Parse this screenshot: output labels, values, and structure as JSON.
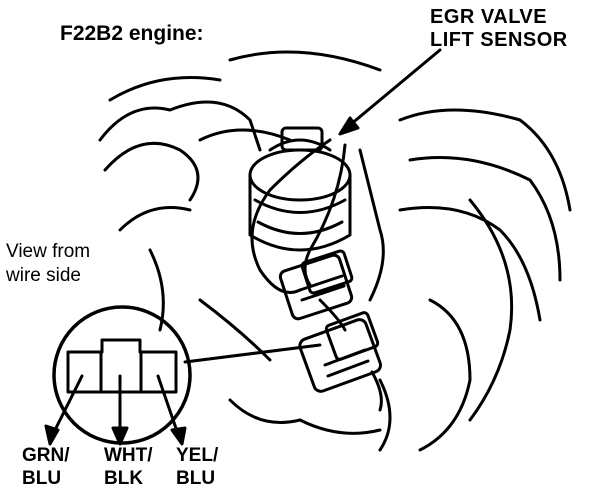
{
  "diagram": {
    "engine_label": "F22B2 engine:",
    "sensor_label": "EGR VALVE\nLIFT SENSOR",
    "view_label": "View from\nwire side",
    "pins": [
      {
        "label": "GRN/\nBLU"
      },
      {
        "label": "WHT/\nBLK"
      },
      {
        "label": "YEL/\nBLU"
      }
    ],
    "colors": {
      "ink": "#000000",
      "paper": "#ffffff"
    }
  }
}
